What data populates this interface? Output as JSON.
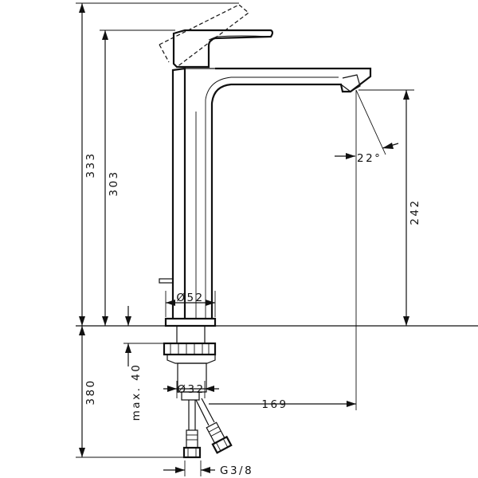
{
  "dimensions": {
    "total_height_above_deck": "333",
    "spout_height": "303",
    "outlet_height": "242",
    "spray_angle": "22°",
    "body_diameter": "Ø52",
    "shank_diameter": "Ø32",
    "reach": "169",
    "hose_length": "380",
    "max_deck_thickness": "max. 40",
    "connection_thread": "G3/8"
  }
}
